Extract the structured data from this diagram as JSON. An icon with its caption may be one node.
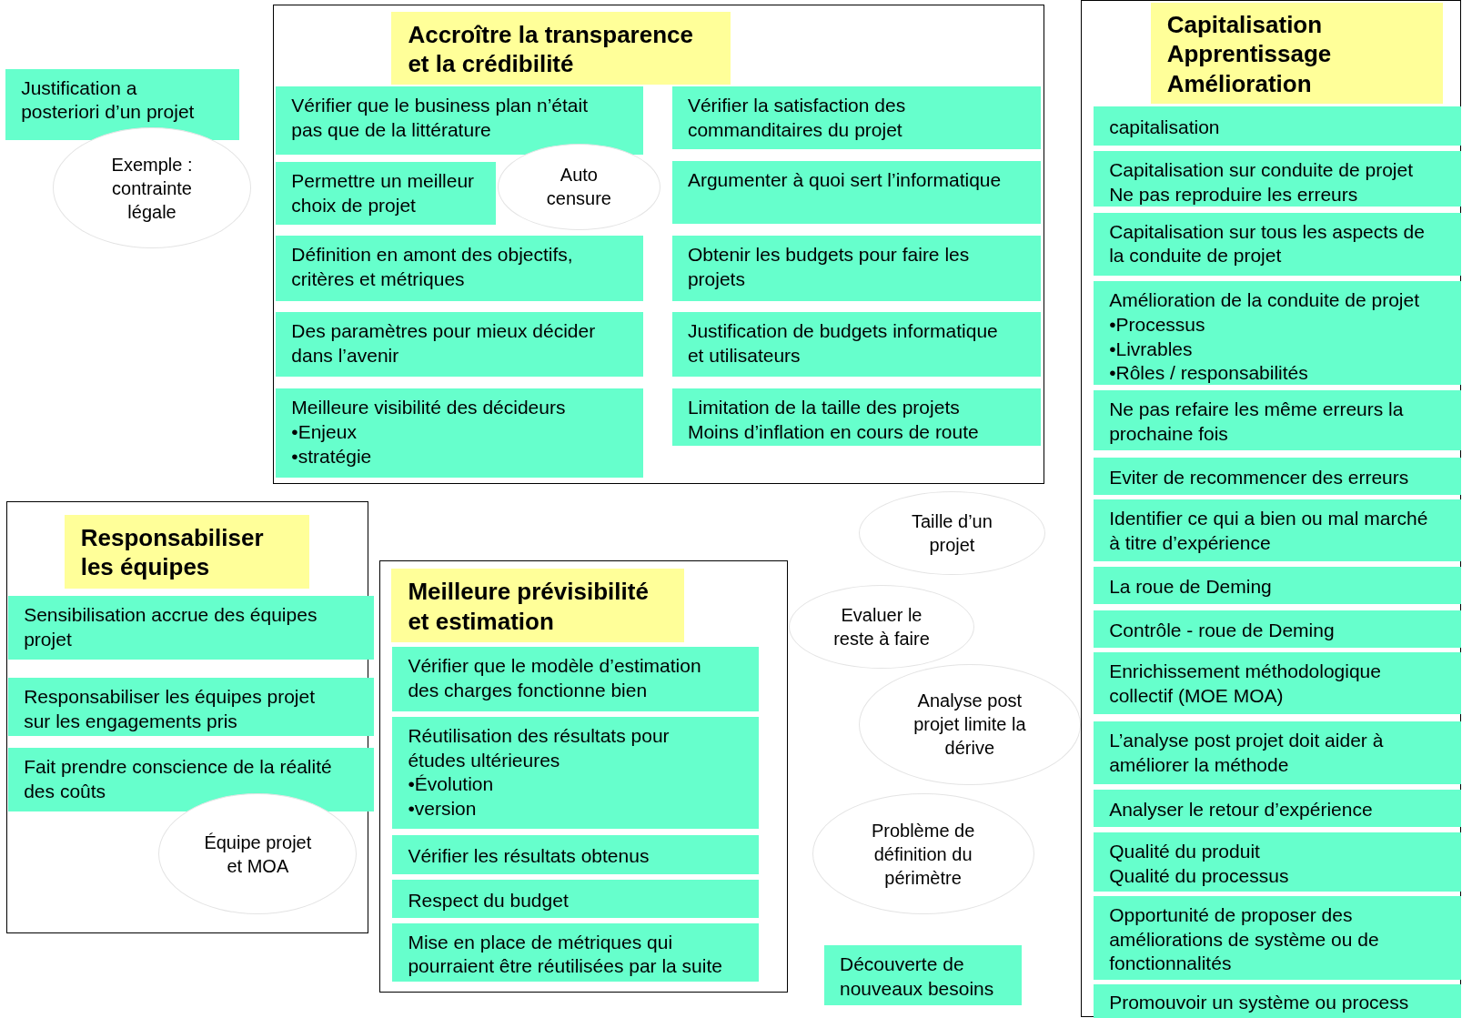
{
  "diagram": {
    "nodes": [
      {
        "text": [
          "Justification a posteriori d’un projet"
        ]
      },
      {
        "text": [
          "Exemple : contrainte légale"
        ]
      },
      {
        "text": [
          "Accroître la transparence et la crédibilité"
        ]
      },
      {
        "text": [
          "Vérifier que le business plan n’était pas que de la littérature"
        ],
        "in": 2
      },
      {
        "text": [
          "Vérifier la satisfaction des commanditaires du projet"
        ],
        "in": 2
      },
      {
        "text": [
          "Permettre un meilleur choix de projet"
        ],
        "in": 2
      },
      {
        "text": [
          "Auto censure"
        ],
        "in": 2
      },
      {
        "text": [
          "Argumenter à quoi sert l’informatique"
        ],
        "in": 2
      },
      {
        "text": [
          "Définition en amont des objectifs, critères et métriques"
        ],
        "in": 2
      },
      {
        "text": [
          "Obtenir les budgets pour faire les projets"
        ],
        "in": 2
      },
      {
        "text": [
          "Des paramètres pour mieux décider dans l’avenir"
        ],
        "in": 2
      },
      {
        "text": [
          "Justification de budgets informatique et utilisateurs"
        ],
        "in": 2
      },
      {
        "text": [
          "Meilleure visibilité des décideurs",
          "•Enjeux",
          "•stratégie"
        ],
        "in": 2
      },
      {
        "text": [
          "Limitation de la taille des projets",
          "Moins d’inflation en cours de route"
        ],
        "in": 2
      },
      {
        "text": [
          "Capitalisation Apprentissage Amélioration"
        ]
      },
      {
        "text": [
          "capitalisation"
        ],
        "in": 14
      },
      {
        "text": [
          "Capitalisation sur conduite de projet",
          "Ne pas reproduire les erreurs"
        ],
        "in": 14
      },
      {
        "text": [
          "Capitalisation sur tous les aspects de la conduite de projet"
        ],
        "in": 14
      },
      {
        "text": [
          "Amélioration de la conduite de projet",
          "•Processus",
          "•Livrables",
          "•Rôles / responsabilités"
        ],
        "in": 14
      },
      {
        "text": [
          "Ne pas refaire les même erreurs la prochaine fois"
        ],
        "in": 14
      },
      {
        "text": [
          "Eviter de recommencer des erreurs"
        ],
        "in": 14
      },
      {
        "text": [
          "Identifier ce qui a bien ou mal marché à titre d’expérience"
        ],
        "in": 14
      },
      {
        "text": [
          "La roue de Deming"
        ],
        "in": 14
      },
      {
        "text": [
          "Contrôle -  roue de Deming"
        ],
        "in": 14
      },
      {
        "text": [
          "Enrichissement méthodologique collectif (MOE MOA)"
        ],
        "in": 14
      },
      {
        "text": [
          "L’analyse post projet doit aider à améliorer la méthode"
        ],
        "in": 14
      },
      {
        "text": [
          "Analyser le retour d’expérience"
        ],
        "in": 14
      },
      {
        "text": [
          "Qualité du produit",
          "Qualité du processus"
        ],
        "in": 14
      },
      {
        "text": [
          "Opportunité de proposer des améliorations de système ou de fonctionnalités"
        ],
        "in": 14
      },
      {
        "text": [
          "Promouvoir un système ou process"
        ],
        "in": 14
      },
      {
        "text": [
          "Responsabiliser les équipes"
        ]
      },
      {
        "text": [
          "Sensibilisation accrue des équipes projet"
        ],
        "in": 30
      },
      {
        "text": [
          "Responsabiliser  les équipes projet sur les engagements pris"
        ],
        "in": 30
      },
      {
        "text": [
          "Fait prendre conscience de la réalité des coûts"
        ],
        "in": 30
      },
      {
        "text": [
          "Équipe projet et MOA"
        ],
        "in": 30
      },
      {
        "text": [
          "Meilleure prévisibilité et estimation"
        ]
      },
      {
        "text": [
          "Vérifier que le modèle d’estimation des charges fonctionne bien"
        ],
        "in": 35
      },
      {
        "text": [
          "Réutilisation des résultats pour études ultérieures",
          "•Évolution",
          "•version"
        ],
        "in": 35
      },
      {
        "text": [
          "Vérifier les résultats obtenus"
        ],
        "in": 35
      },
      {
        "text": [
          "Respect du budget"
        ],
        "in": 35
      },
      {
        "text": [
          "Mise en place de métriques qui pourraient être réutilisées par la suite"
        ],
        "in": 35
      },
      {
        "text": [
          "Taille d’un projet"
        ]
      },
      {
        "text": [
          "Evaluer le reste à faire"
        ]
      },
      {
        "text": [
          "Analyse post projet limite la dérive"
        ]
      },
      {
        "text": [
          "Problème de définition du périmètre"
        ]
      },
      {
        "text": [
          "Découverte de nouveaux besoins"
        ]
      }
    ]
  }
}
